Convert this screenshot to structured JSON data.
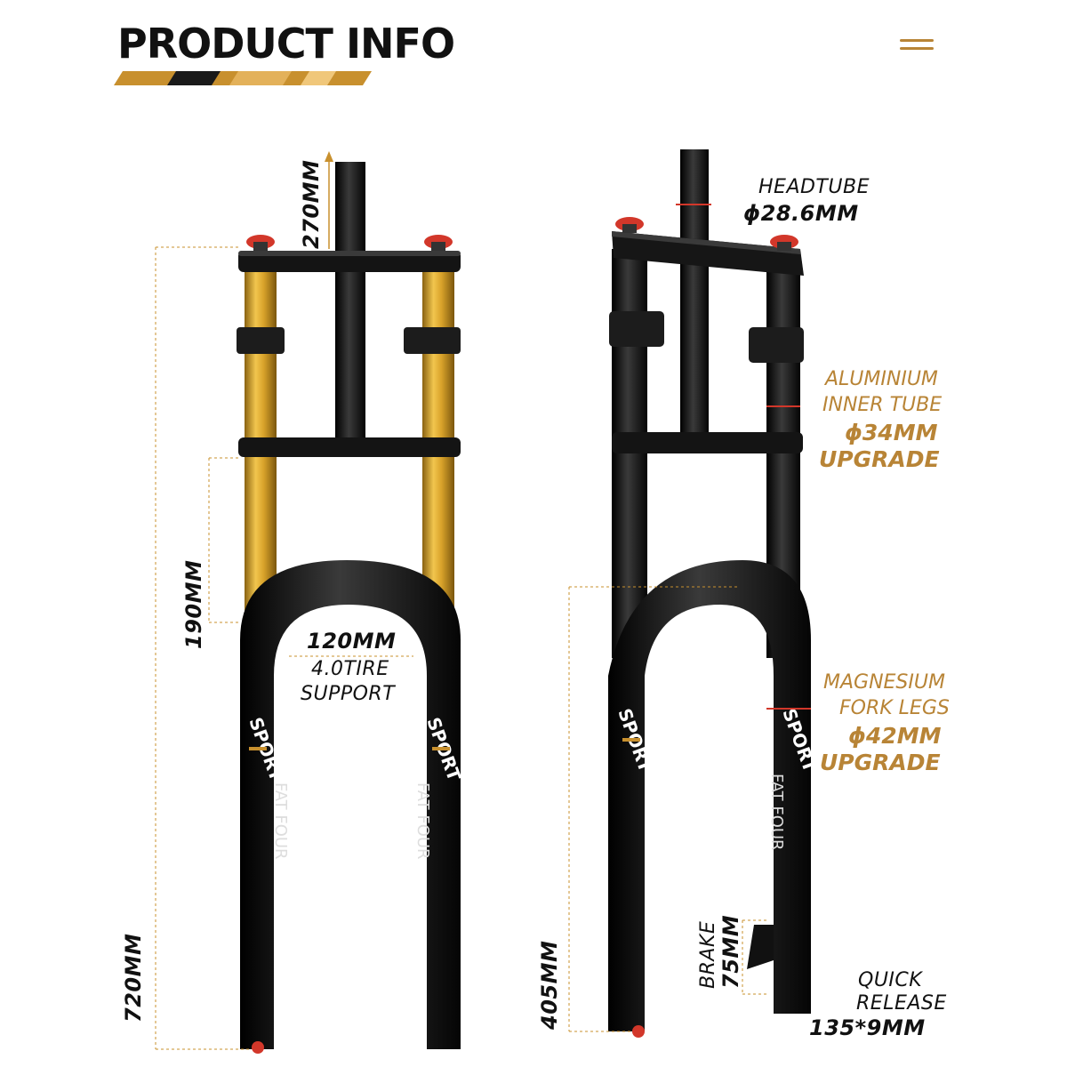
{
  "header": {
    "title_light": "PRODUCT ",
    "title_bold": "INFO"
  },
  "icons": {
    "menu": "menu-icon"
  },
  "colors": {
    "gold": "#c8902e",
    "accent_gold": "#b88436",
    "black": "#111111",
    "red": "#d2372a"
  },
  "left_fork": {
    "steerer_length": "270MM",
    "travel_length": "190MM",
    "overall_length": "720MM",
    "tire_clearance": "120MM",
    "tire_support_line1": "4.0TIRE",
    "tire_support_line2": "SUPPORT",
    "brand_text": "SPORT",
    "model_text": "FAT FOUR"
  },
  "right_fork": {
    "headtube_label": "HEADTUBE",
    "headtube_value": "ϕ28.6MM",
    "inner_tube_line1": "ALUMINIUM",
    "inner_tube_line2": "INNER TUBE",
    "inner_tube_value": "ϕ34MM",
    "inner_tube_upgrade": "UPGRADE",
    "fork_legs_line1": "MAGNESIUM",
    "fork_legs_line2": "FORK LEGS",
    "fork_legs_value": "ϕ42MM",
    "fork_legs_upgrade": "UPGRADE",
    "axle_to_crown": "405MM",
    "brake_label": "BRAKE",
    "brake_value": "75MM",
    "quick_release_line1": "QUICK",
    "quick_release_line2": "RELEASE",
    "quick_release_value": "135*9MM",
    "brand_text": "SPORT",
    "model_text": "FAT FOUR"
  }
}
